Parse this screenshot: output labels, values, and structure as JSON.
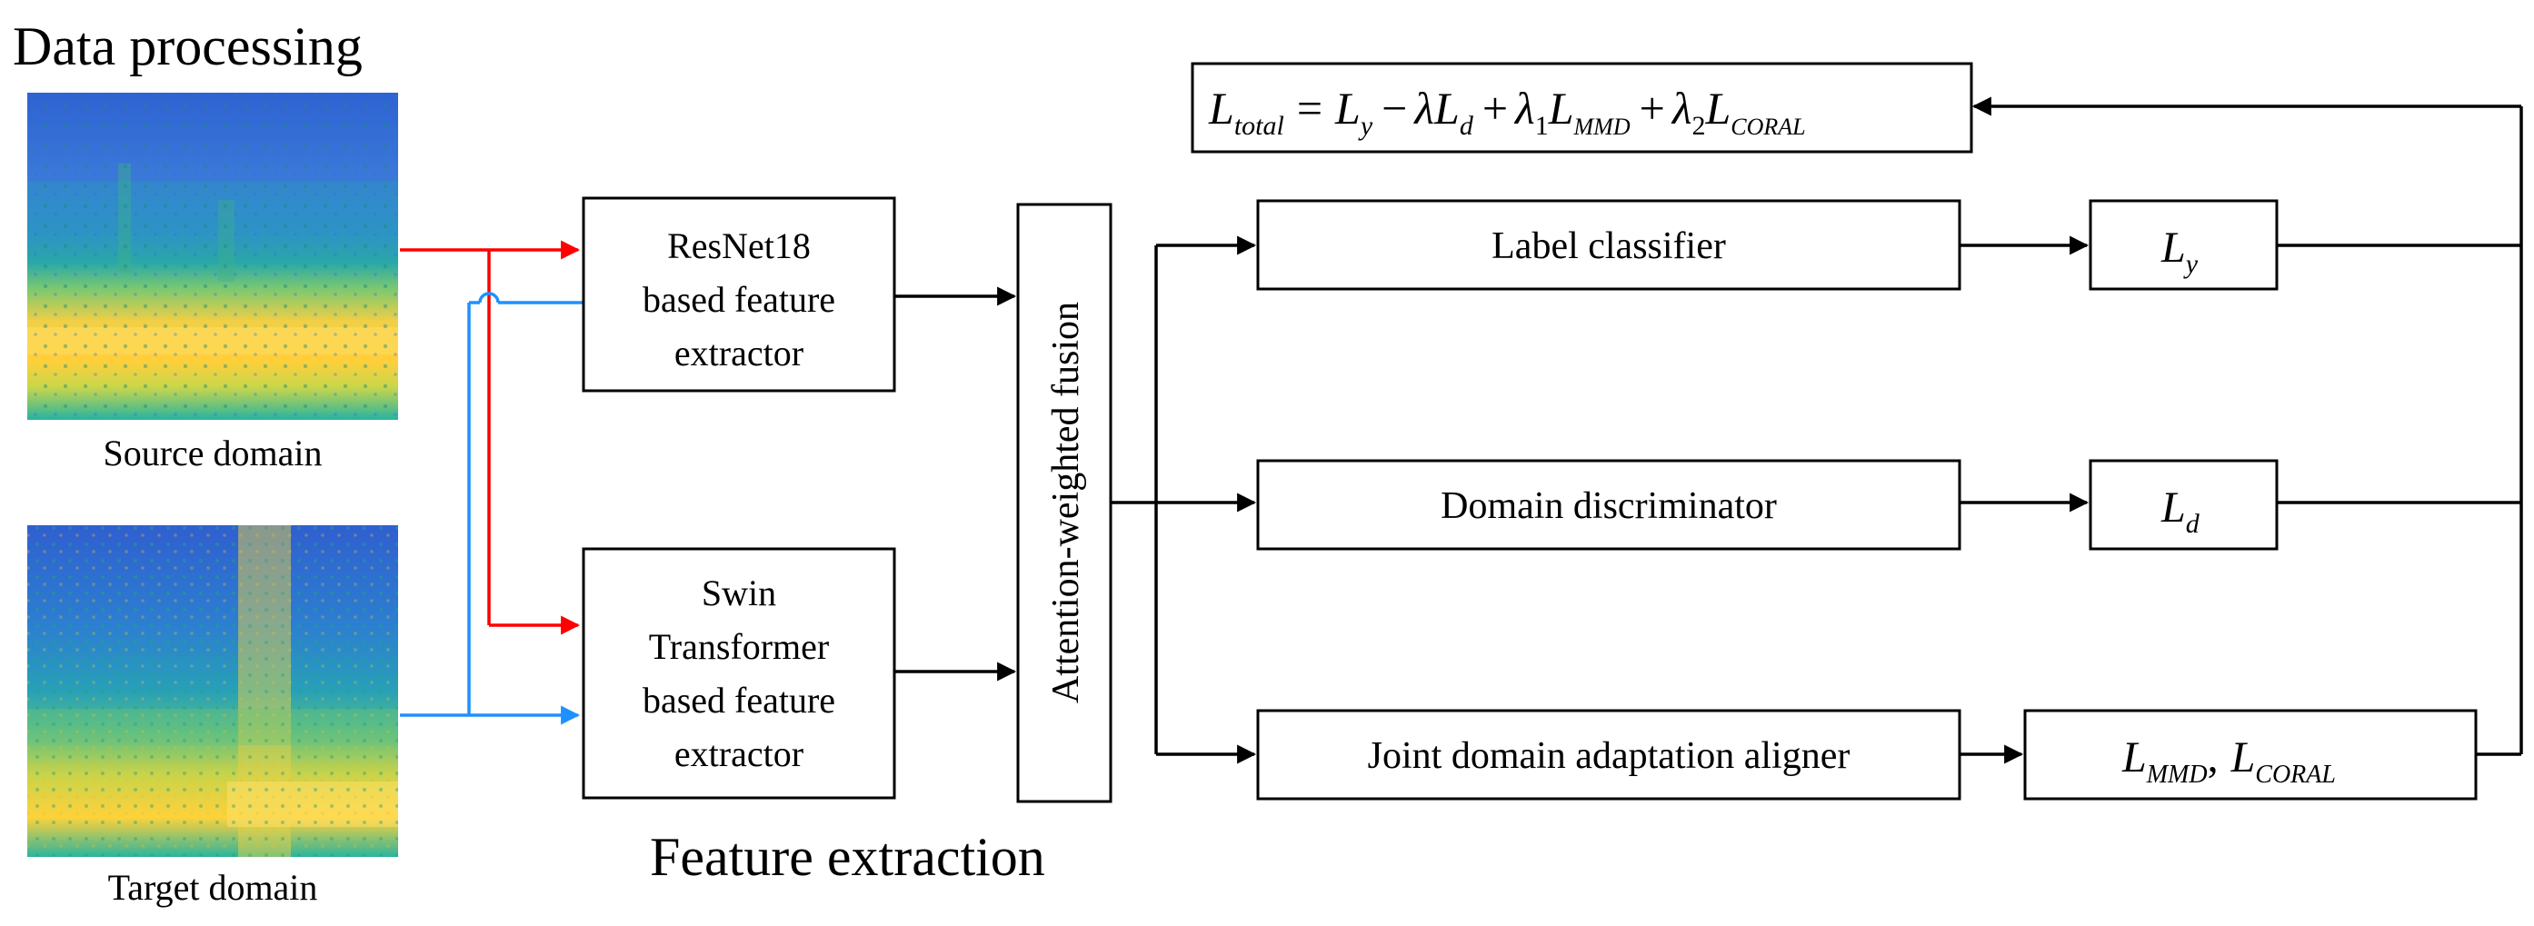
{
  "headings": {
    "data_processing": "Data processing",
    "feature_extraction": "Feature extraction"
  },
  "images": {
    "source_label": "Source domain",
    "target_label": "Target domain"
  },
  "extractors": {
    "resnet": [
      "ResNet18",
      "based feature",
      "extractor"
    ],
    "swin": [
      "Swin",
      "Transformer",
      "based feature",
      "extractor"
    ]
  },
  "fusion_label": "Attention-weighted fusion",
  "modules": {
    "label_classifier": "Label classifier",
    "domain_discriminator": "Domain discriminator",
    "joint_aligner": "Joint domain adaptation aligner"
  },
  "losses": {
    "L": "L",
    "y": "y",
    "d": "d",
    "MMD": "MMD",
    "CORAL": "CORAL",
    "total": "total",
    "comma": ",",
    "eq": "=",
    "minus": "−",
    "plus": "+",
    "lambda": "λ",
    "one": "1",
    "two": "2"
  },
  "colors": {
    "source_line": "#ff0000",
    "target_line": "#1e90ff",
    "heat_low": "#2f5fd0",
    "heat_mid": "#20b0a0",
    "heat_high": "#ffd23a"
  },
  "icons": {
    "arrowhead": "arrowhead-icon"
  }
}
